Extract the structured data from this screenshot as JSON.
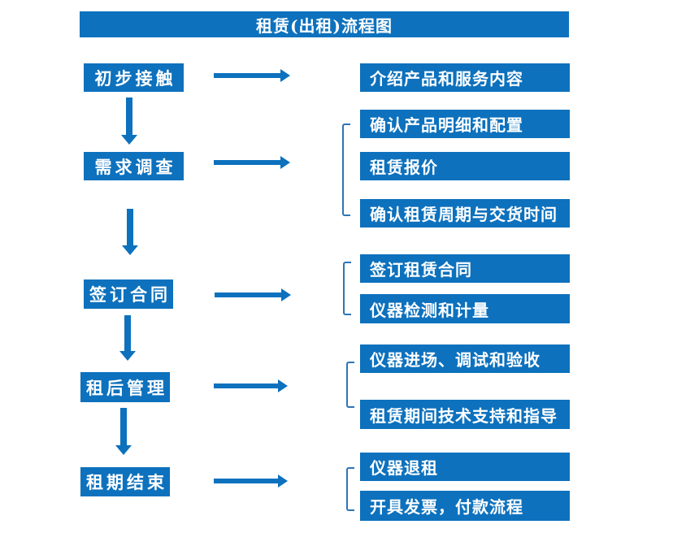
{
  "title": "租赁(出租)流程图",
  "colors": {
    "box_blue": "#0d71bd",
    "bracket_blue": "#2e75b6",
    "text_white": "#ffffff",
    "background": "#ffffff"
  },
  "groups": [
    {
      "step": "初步接触",
      "items": [
        "介绍产品和服务内容"
      ]
    },
    {
      "step": "需求调查",
      "items": [
        "确认产品明细和配置",
        "租赁报价",
        "确认租赁周期与交货时间"
      ]
    },
    {
      "step": "签订合同",
      "items": [
        "签订租赁合同",
        "仪器检测和计量"
      ]
    },
    {
      "step": "租后管理",
      "items": [
        "仪器进场、调试和验收",
        "租赁期间技术支持和指导"
      ]
    },
    {
      "step": "租期结束",
      "items": [
        "仪器退租",
        "开具发票，付款流程"
      ]
    }
  ]
}
